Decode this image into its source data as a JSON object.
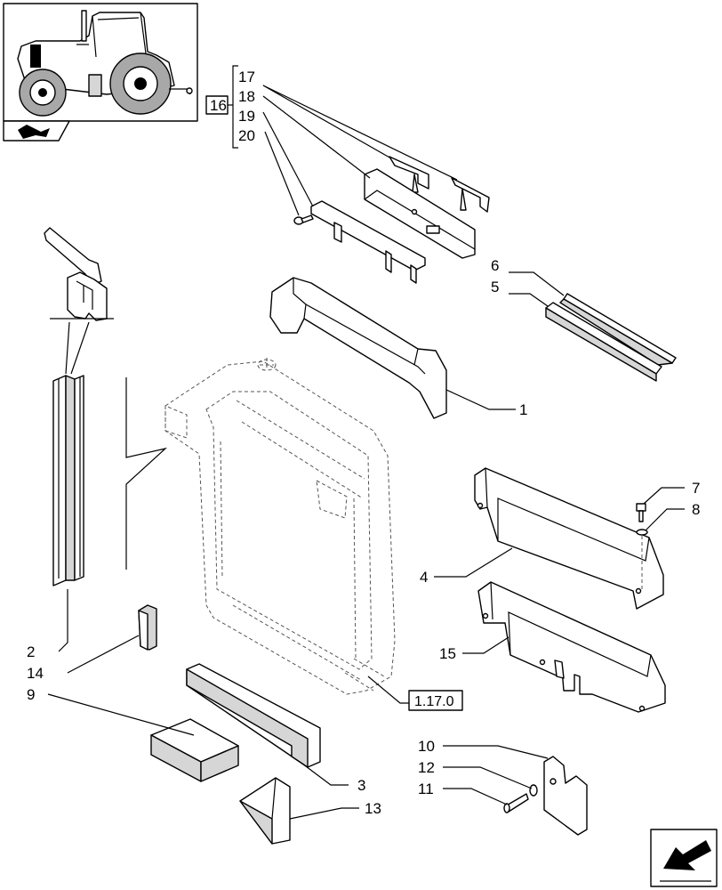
{
  "callouts": {
    "c17": "17",
    "c18": "18",
    "c19": "19",
    "c20": "20",
    "c16": "16",
    "c6": "6",
    "c5": "5",
    "c1": "1",
    "c7": "7",
    "c8": "8",
    "c4": "4",
    "c15": "15",
    "c2": "2",
    "c14": "14",
    "c9": "9",
    "c3": "3",
    "c13": "13",
    "c10": "10",
    "c12": "12",
    "c11": "11"
  },
  "reference_box": "1.17.0",
  "icons": {
    "thumbnail": "tractor-thumbnail-icon",
    "section": "section-arrow-icon",
    "next": "next-page-arrow-icon"
  }
}
